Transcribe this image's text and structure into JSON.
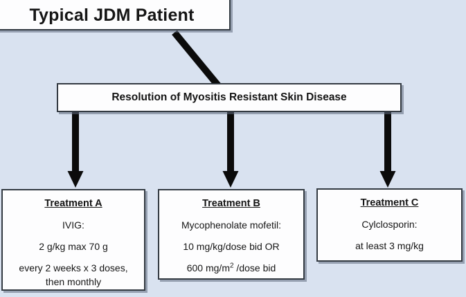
{
  "colors": {
    "background": "#d9e2f0",
    "box_fill": "#fdfdfe",
    "box_border": "#333a42",
    "arrow": "#0b0b0b",
    "text": "#151515",
    "shadow": "rgba(95,105,125,0.55)"
  },
  "diagram": {
    "title_box": {
      "label": "Typical JDM Patient"
    },
    "decision_box": {
      "label": "Resolution of Myositis Resistant Skin Disease"
    },
    "treatments": [
      {
        "heading": "Treatment A",
        "lines": [
          "IVIG:",
          "2 g/kg max 70 g",
          "every 2 weeks x 3 doses,\nthen monthly"
        ]
      },
      {
        "heading": "Treatment B",
        "lines": [
          "Mycophenolate mofetil:",
          "10 mg/kg/dose bid OR"
        ],
        "dose_line": {
          "pre": "600 mg/m",
          "sup": "2",
          "post": " /dose bid"
        }
      },
      {
        "heading": "Treatment C",
        "lines": [
          "Cylclosporin:",
          "at least 3 mg/kg"
        ]
      }
    ]
  }
}
